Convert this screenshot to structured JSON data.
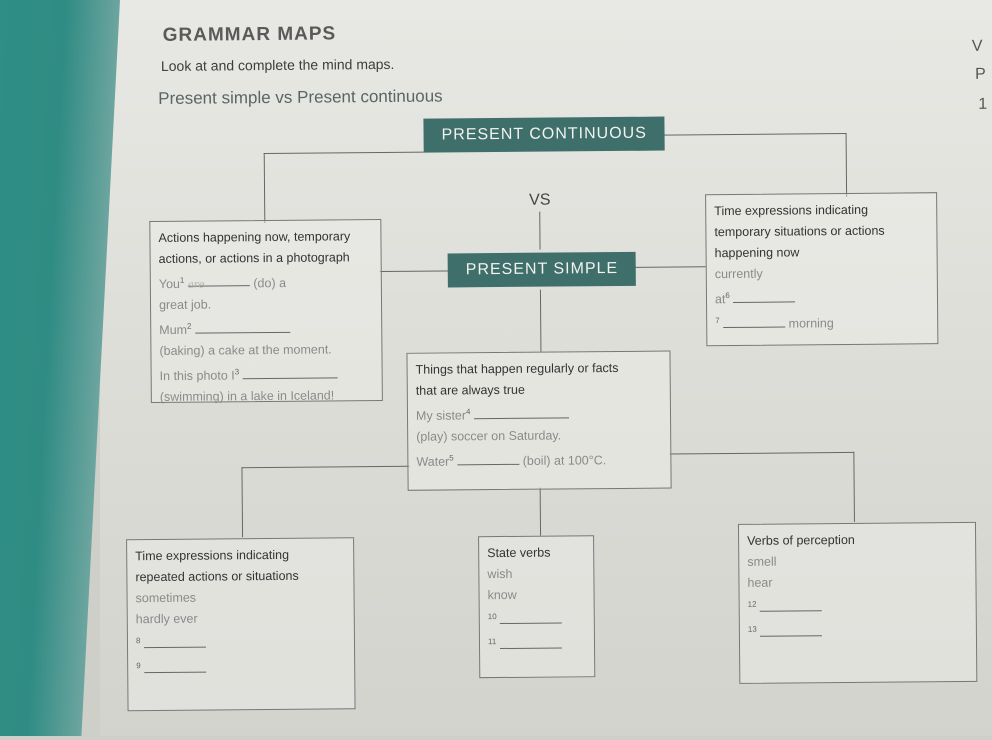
{
  "header": {
    "title": "GRAMMAR MAPS",
    "instruction": "Look at and complete the mind maps.",
    "subtitle": "Present simple vs Present continuous",
    "edge_marks": [
      "V",
      "P",
      "1"
    ]
  },
  "map": {
    "present_continuous": "PRESENT CONTINUOUS",
    "vs": "VS",
    "present_simple": "PRESENT SIMPLE"
  },
  "actions_box": {
    "heading_1": "Actions happening now, temporary",
    "heading_2": "actions, or actions in a photograph",
    "line1_a": "You",
    "line1_n": "1",
    "line1_hand": "are",
    "line1_b": "(do) a",
    "line2": "great job.",
    "line3_a": "Mum",
    "line3_n": "2",
    "line4": "(baking) a cake at the moment.",
    "line5_a": "In this photo I",
    "line5_n": "3",
    "line6": "(swimming) in a lake in Iceland!"
  },
  "time_now_box": {
    "heading_1": "Time expressions indicating",
    "heading_2": "temporary situations or actions",
    "heading_3": "happening now",
    "item1": "currently",
    "item2_a": "at",
    "item2_n": "6",
    "item3_n": "7",
    "item3_b": "morning"
  },
  "facts_box": {
    "heading_1": "Things that happen regularly or facts",
    "heading_2": "that are always true",
    "line1_a": "My sister",
    "line1_n": "4",
    "line2": "(play) soccer on Saturday.",
    "line3_a": "Water",
    "line3_n": "5",
    "line3_b": "(boil) at 100°C."
  },
  "repeated_box": {
    "heading_1": "Time expressions indicating",
    "heading_2": "repeated actions or situations",
    "item1": "sometimes",
    "item2": "hardly ever",
    "item3_n": "8",
    "item4_n": "9"
  },
  "state_box": {
    "heading": "State verbs",
    "item1": "wish",
    "item2": "know",
    "item3_n": "10",
    "item4_n": "11"
  },
  "perception_box": {
    "heading": "Verbs of perception",
    "item1": "smell",
    "item2": "hear",
    "item3_n": "12",
    "item4_n": "13"
  }
}
